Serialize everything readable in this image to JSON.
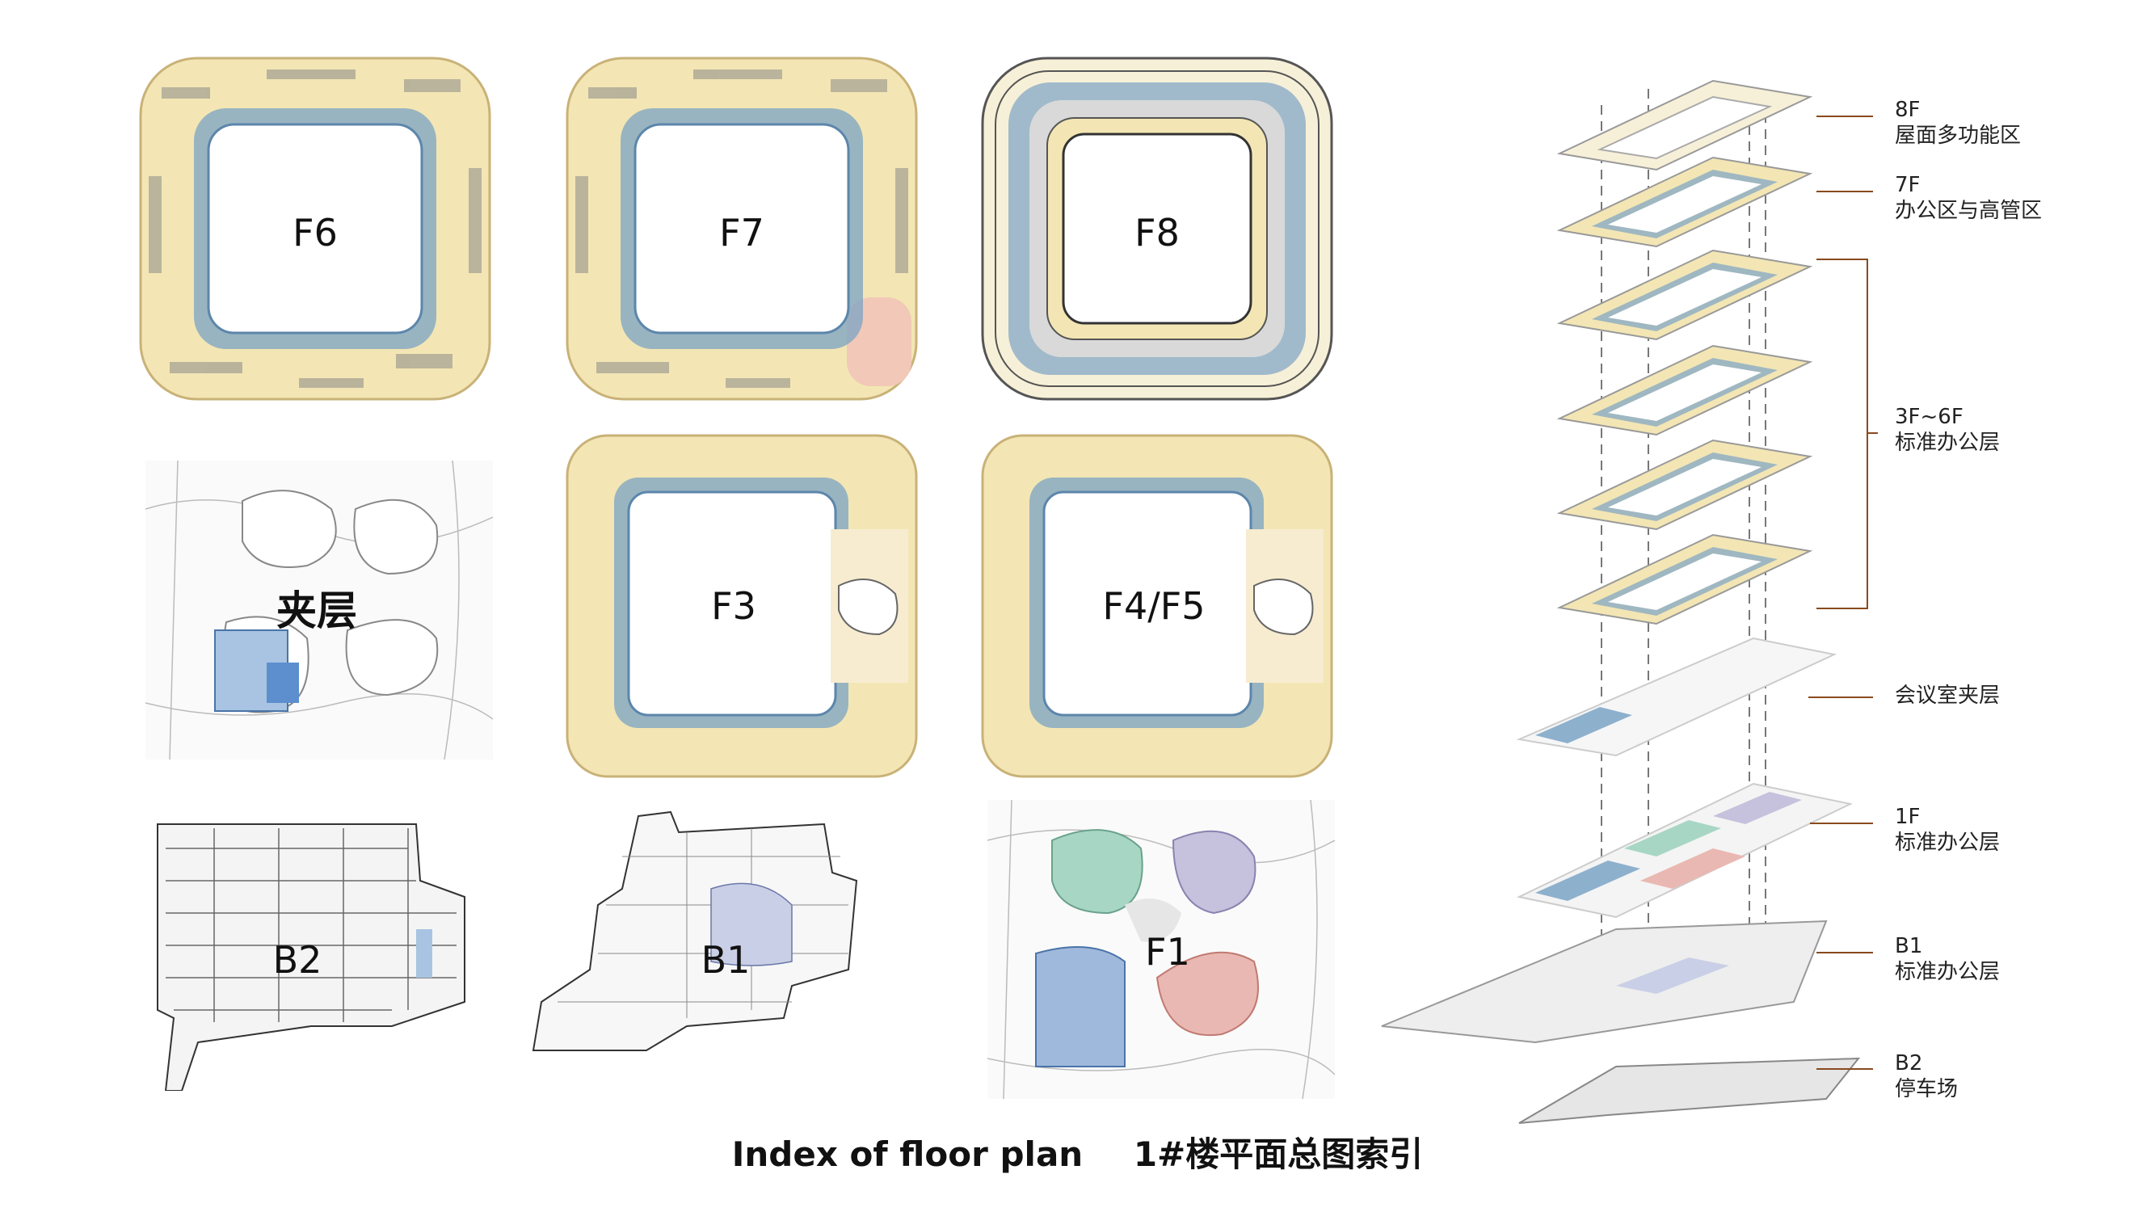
{
  "plans": [
    {
      "id": "f6",
      "label": "F6"
    },
    {
      "id": "f7",
      "label": "F7"
    },
    {
      "id": "f8",
      "label": "F8"
    },
    {
      "id": "mezz",
      "label": "夹层"
    },
    {
      "id": "f3",
      "label": "F3"
    },
    {
      "id": "f45",
      "label": "F4/F5"
    },
    {
      "id": "b2",
      "label": "B2"
    },
    {
      "id": "b1",
      "label": "B1"
    },
    {
      "id": "f1",
      "label": "F1"
    }
  ],
  "legend": [
    {
      "id": "8f",
      "line1": "8F",
      "line2": "屋面多功能区"
    },
    {
      "id": "7f",
      "line1": "7F",
      "line2": "办公区与高管区"
    },
    {
      "id": "3f6f",
      "line1": "3F~6F",
      "line2": "标准办公层"
    },
    {
      "id": "mezz",
      "line1": "会议室夹层",
      "line2": ""
    },
    {
      "id": "1f",
      "line1": "1F",
      "line2": "标准办公层"
    },
    {
      "id": "b1",
      "line1": "B1",
      "line2": "标准办公层"
    },
    {
      "id": "b2",
      "line1": "B2",
      "line2": "停车场"
    }
  ],
  "caption": {
    "english": "Index of floor plan",
    "chinese": "1#楼平面总图索引"
  },
  "colors": {
    "floor_fill": "#f3e6b4",
    "corridor": "#7aa3c6",
    "leader": "#8a4a1e",
    "core": "#d9d9d9"
  }
}
